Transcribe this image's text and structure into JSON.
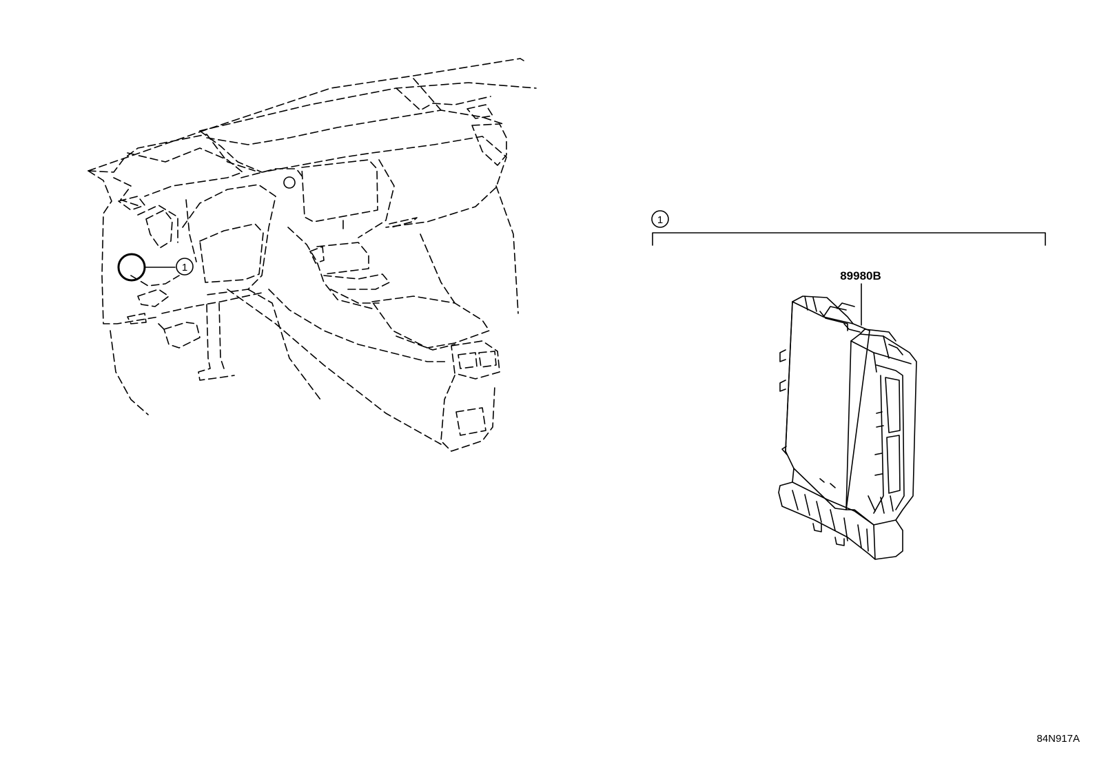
{
  "callouts": {
    "dashboard_ref": "1",
    "bracket_ref": "1"
  },
  "part": {
    "number": "89980B"
  },
  "figure": {
    "code": "84N917A"
  },
  "icons": [
    "dashboard-illustration",
    "ecu-module-illustration"
  ],
  "colors": {
    "line": "#000000",
    "background": "#ffffff"
  }
}
